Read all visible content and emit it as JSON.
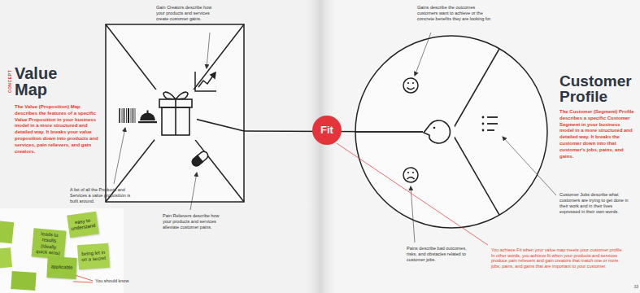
{
  "diagram": {
    "nodes": [
      {
        "text": [
          "Fit"
        ]
      },
      {
        "text": [
          "easy to understand"
        ]
      },
      {
        "text": [
          "leads to results (ideally quick wins)"
        ]
      },
      {
        "text": [
          "being let in on a secret"
        ]
      },
      {
        "text": [
          "applicable"
        ]
      }
    ],
    "labels": [
      "CONCEPT",
      "Value Map",
      "The Value (Proposition) Map describes the features of a specific Value Proposition in your business model in a more structured and detailed way. It breaks your value proposition down into products and services, pain relievers, and gain creators.",
      "Gain Creators describe how your products and services create customer gains.",
      "A list of all the Products and Services a value proposition is built around.",
      "Pain Relievers describe how your products and services alleviate customer pains.",
      "Gains describe the outcomes customers want to achieve or the concrete benefits they are looking for.",
      "Customer Profile",
      "The Customer (Segment) Profile describes a specific Customer Segment in your business model in a more structured and detailed way. It breaks the customer down into that customer's jobs, pains, and gains.",
      "Customer Jobs describe what customers are trying to get done in their work and in their lives expressed in their own words.",
      "Pains describe bad outcomes, risks, and obstacles related to customer jobs.",
      "You achieve Fit when your value map meets your customer profile. In other words, you achieve fit when your products and services produce pain relievers and gain creators that match one or more jobs, pains, and gains that are important to your customer.",
      "33",
      "You should know"
    ]
  }
}
